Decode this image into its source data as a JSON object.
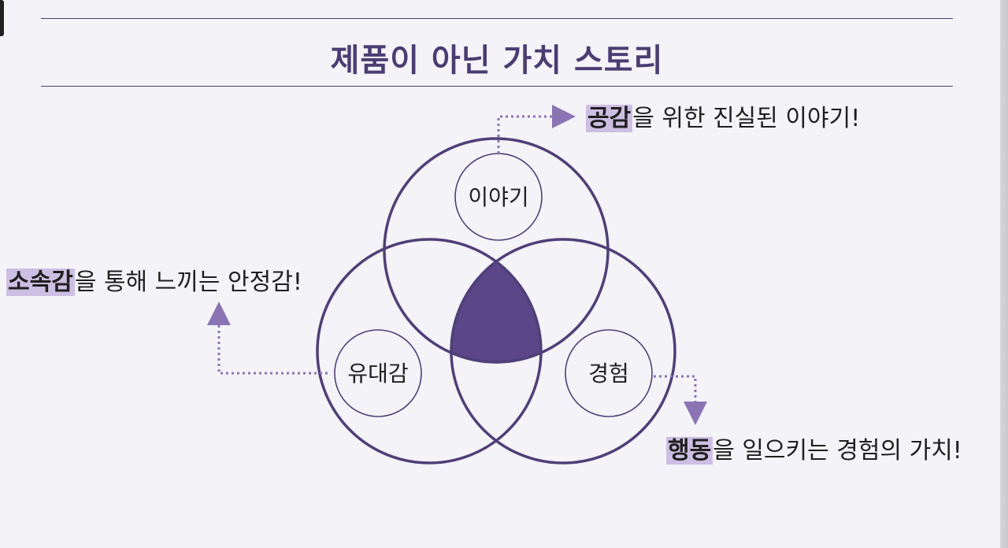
{
  "slide": {
    "title": "제품이 아닌 가치 스토리"
  },
  "venn": {
    "circles": [
      {
        "id": "top",
        "label": "이야기"
      },
      {
        "id": "left",
        "label": "유대감"
      },
      {
        "id": "right",
        "label": "경험"
      }
    ],
    "colors": {
      "stroke": "#4f3f78",
      "center_fill": "#5b4788",
      "arrow": "#8a74b3",
      "highlight": "#cdbfe3"
    }
  },
  "callouts": {
    "top": {
      "highlight": "공감",
      "rest": "을 위한 진실된 이야기!"
    },
    "left": {
      "highlight": "소속감",
      "rest": "을 통해 느끼는 안정감!"
    },
    "right": {
      "highlight": "행동",
      "rest": "을 일으키는 경험의 가치!"
    }
  }
}
